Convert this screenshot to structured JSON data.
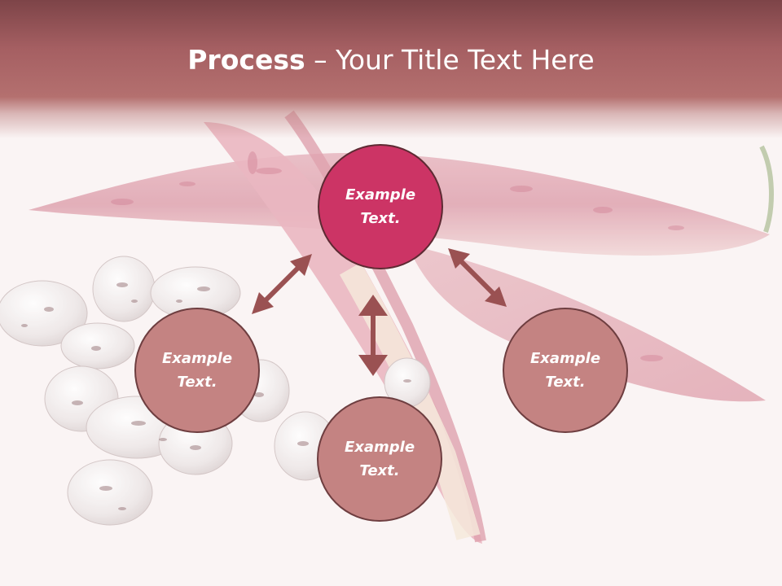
{
  "title": {
    "bold": "Process",
    "rest": " – Your Title Text Here"
  },
  "nodes": {
    "center": {
      "line1": "Example",
      "line2": "Text."
    },
    "left": {
      "line1": "Example",
      "line2": "Text."
    },
    "bottom": {
      "line1": "Example",
      "line2": "Text."
    },
    "right": {
      "line1": "Example",
      "line2": "Text."
    }
  },
  "colors": {
    "header": "#a55f62",
    "center_node": "#cc3465",
    "satellite_node": "#c48382",
    "arrow": "#9a5152"
  }
}
